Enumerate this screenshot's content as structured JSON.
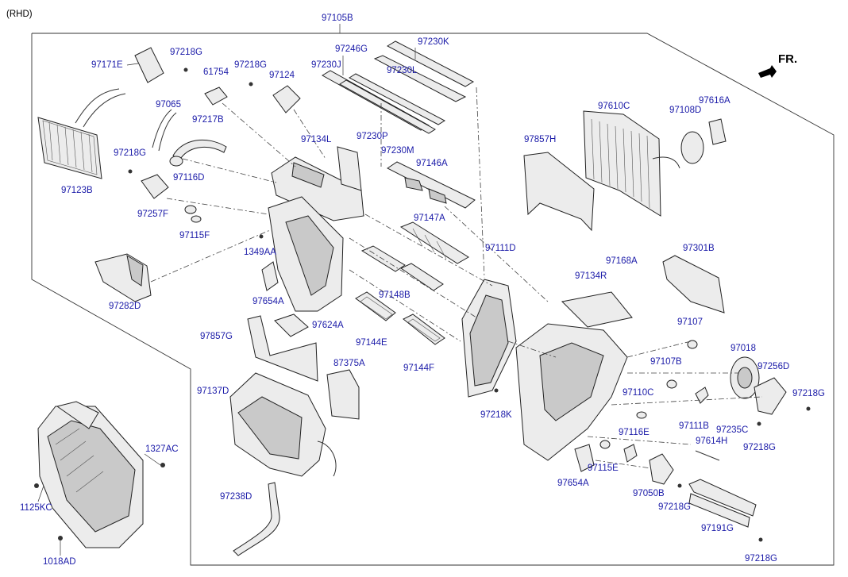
{
  "header": {
    "variant": "(RHD)",
    "direction": "FR."
  },
  "labels": {
    "p97105B": "97105B",
    "p97230K": "97230K",
    "p97246G": "97246G",
    "p97230J": "97230J",
    "p97230L": "97230L",
    "p97230P": "97230P",
    "p97230M": "97230M",
    "p97171E": "97171E",
    "p97218G_a": "97218G",
    "p97218G_b": "97218G",
    "p61754": "61754",
    "p97124": "97124",
    "p97065": "97065",
    "p97217B": "97217B",
    "p97218G_c": "97218G",
    "p97123B": "97123B",
    "p97116D": "97116D",
    "p97257F": "97257F",
    "p97115F": "97115F",
    "p97134L": "97134L",
    "p97146A": "97146A",
    "p97147A": "97147A",
    "p97610C": "97610C",
    "p97108D": "97108D",
    "p97616A": "97616A",
    "p97857H": "97857H",
    "p1349AA": "1349AA",
    "p97282D": "97282D",
    "p97654A_a": "97654A",
    "p97148B": "97148B",
    "p97111D": "97111D",
    "p97168A": "97168A",
    "p97134R": "97134R",
    "p97301B": "97301B",
    "p97857G": "97857G",
    "p97624A": "97624A",
    "p97144E": "97144E",
    "p97144F": "97144F",
    "p87375A": "87375A",
    "p97137D": "97137D",
    "p97218K": "97218K",
    "p97107": "97107",
    "p97018": "97018",
    "p97107B": "97107B",
    "p97256D": "97256D",
    "p97110C": "97110C",
    "p97218G_d": "97218G",
    "p97111B": "97111B",
    "p97235C": "97235C",
    "p97116E": "97116E",
    "p97218G_e": "97218G",
    "p97614H": "97614H",
    "p97115E": "97115E",
    "p97654A_b": "97654A",
    "p97050B": "97050B",
    "p97218G_f": "97218G",
    "p97191G": "97191G",
    "p97218G_g": "97218G",
    "p97238D": "97238D",
    "p1327AC": "1327AC",
    "p1125KC": "1125KC",
    "p1018AD": "1018AD"
  },
  "colors": {
    "label": "#1a1aa8",
    "line": "#222222",
    "part_fill": "#ececec"
  }
}
